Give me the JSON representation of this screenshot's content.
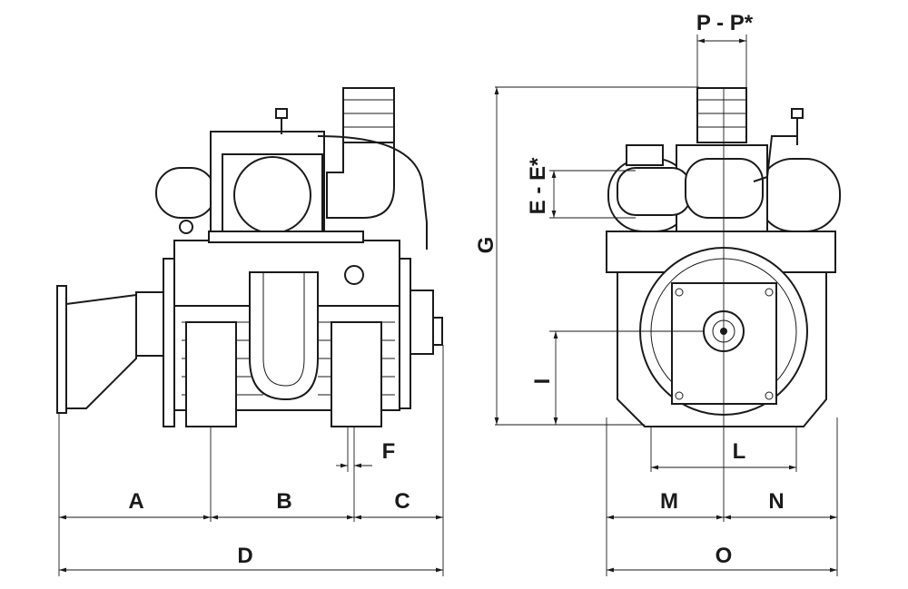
{
  "dimensions": {
    "A": "A",
    "B": "B",
    "C": "C",
    "D": "D",
    "E": "E - E*",
    "F": "F",
    "G": "G",
    "I": "I",
    "L": "L",
    "M": "M",
    "N": "N",
    "O": "O",
    "P": "P - P*"
  },
  "views": [
    "side-view",
    "front-view"
  ]
}
